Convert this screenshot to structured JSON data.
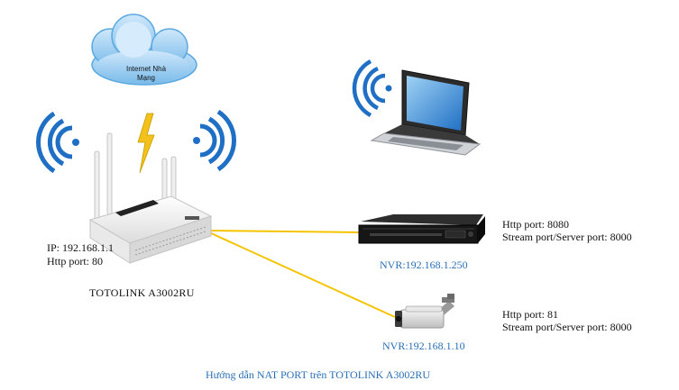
{
  "cloud": {
    "label_line1": "Internet Nhà",
    "label_line2": "Mạng"
  },
  "router": {
    "name": "TOTOLINK A3002RU",
    "ip": "IP: 192.168.1.1",
    "http_port": "Http port: 80"
  },
  "nvr": {
    "label": "NVR:192.168.1.250",
    "http_port": "Http port: 8080",
    "stream_port": "Stream port/Server port: 8000"
  },
  "camera": {
    "label": "NVR:192.168.1.10",
    "http_port": "Http port: 81",
    "stream_port": "Stream port/Server port: 8000"
  },
  "caption": "Hướng dẫn NAT PORT trên TOTOLINK A3002RU",
  "icons": {
    "cloud": "cloud-icon",
    "lightning": "lightning-icon",
    "wifi": "wifi-icon",
    "router": "router-icon",
    "laptop": "laptop-icon",
    "nvr": "nvr-recorder-icon",
    "camera": "bullet-camera-icon"
  },
  "colors": {
    "wifi_blue": "#1f6fc4",
    "cable_yellow": "#f5c400",
    "lightning": "#f3c21a",
    "caption_blue": "#2a6fb5",
    "cloud_blue": "#5aa8e0"
  }
}
